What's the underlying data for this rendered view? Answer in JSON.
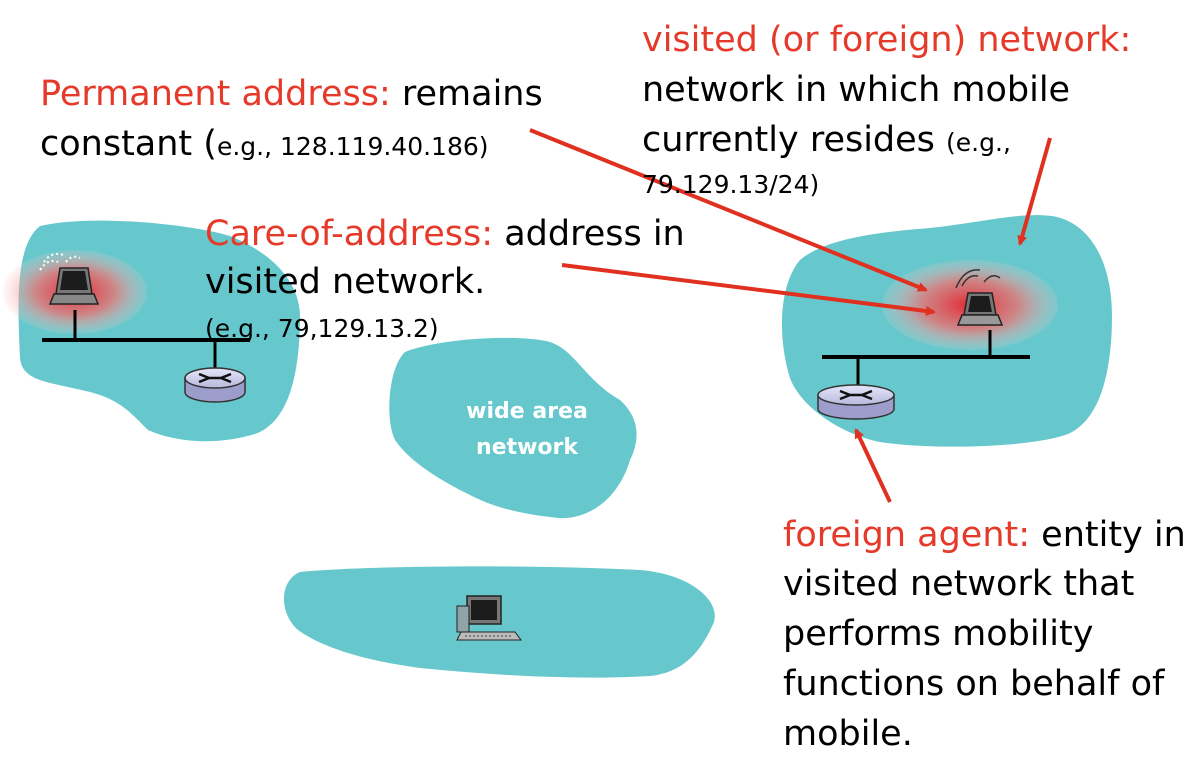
{
  "colors": {
    "blob": "#66c8cc",
    "label_red": "#e53a2a",
    "arrow": "#e03020"
  },
  "permanent_address": {
    "label": "Permanent address:",
    "text1": " remains",
    "text2": "constant (",
    "example": "e.g., 128.119.40.186)"
  },
  "visited_network": {
    "label": "visited (or foreign) network:",
    "line1": "network in which mobile",
    "line2": "currently resides ",
    "example1": "(e.g.,",
    "example2": "79.129.13/24)"
  },
  "care_of_address": {
    "label": "Care-of-address:",
    "text1": " address in",
    "text2": "visited network.",
    "example": "(e.g., 79,129.13.2)"
  },
  "wan": {
    "line1": "wide area",
    "line2": "network"
  },
  "foreign_agent": {
    "label": "foreign agent:",
    "text1": " entity in",
    "line2": "visited network that",
    "line3": "performs mobility",
    "line4": "functions on behalf of",
    "line5": "mobile."
  },
  "icons": [
    "laptop-icon",
    "router-icon",
    "desktop-computer-icon",
    "wireless-signal-icon"
  ]
}
